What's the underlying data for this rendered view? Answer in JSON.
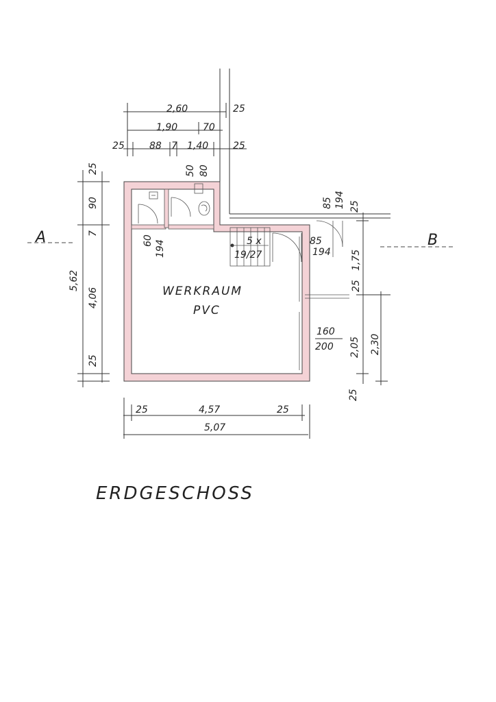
{
  "plan": {
    "title": "ERDGESCHOSS",
    "room_name": "WERKRAUM",
    "room_floor": "PVC",
    "section_left": "A",
    "section_right": "B",
    "stairs_line1": "5 x",
    "stairs_line2": "19/27",
    "colors": {
      "wall_fill": "#f4d2d6",
      "ink": "#333333"
    }
  },
  "dims": {
    "top_260": "2,60",
    "top_25a": "25",
    "top_190": "1,90",
    "top_70": "70",
    "top_25b": "25",
    "top_88": "88",
    "top_7": "7",
    "top_140": "1,40",
    "top_25c": "25",
    "wc_50": "50",
    "wc_80": "80",
    "left_25top": "25",
    "left_90": "90",
    "left_7": "7",
    "left_562": "5,62",
    "left_406": "4,06",
    "left_25bot": "25",
    "door_60": "60",
    "door_194": "194",
    "right_85": "85",
    "right_194": "194",
    "right_25top": "25",
    "stair_85": "85",
    "stair_194": "194",
    "right_25mid": "25",
    "right_175": "1,75",
    "right_160": "160",
    "right_200": "200",
    "right_205": "2,05",
    "right_230": "2,30",
    "right_25bot": "25",
    "bot_25a": "25",
    "bot_457": "4,57",
    "bot_25b": "25",
    "bot_507": "5,07"
  }
}
